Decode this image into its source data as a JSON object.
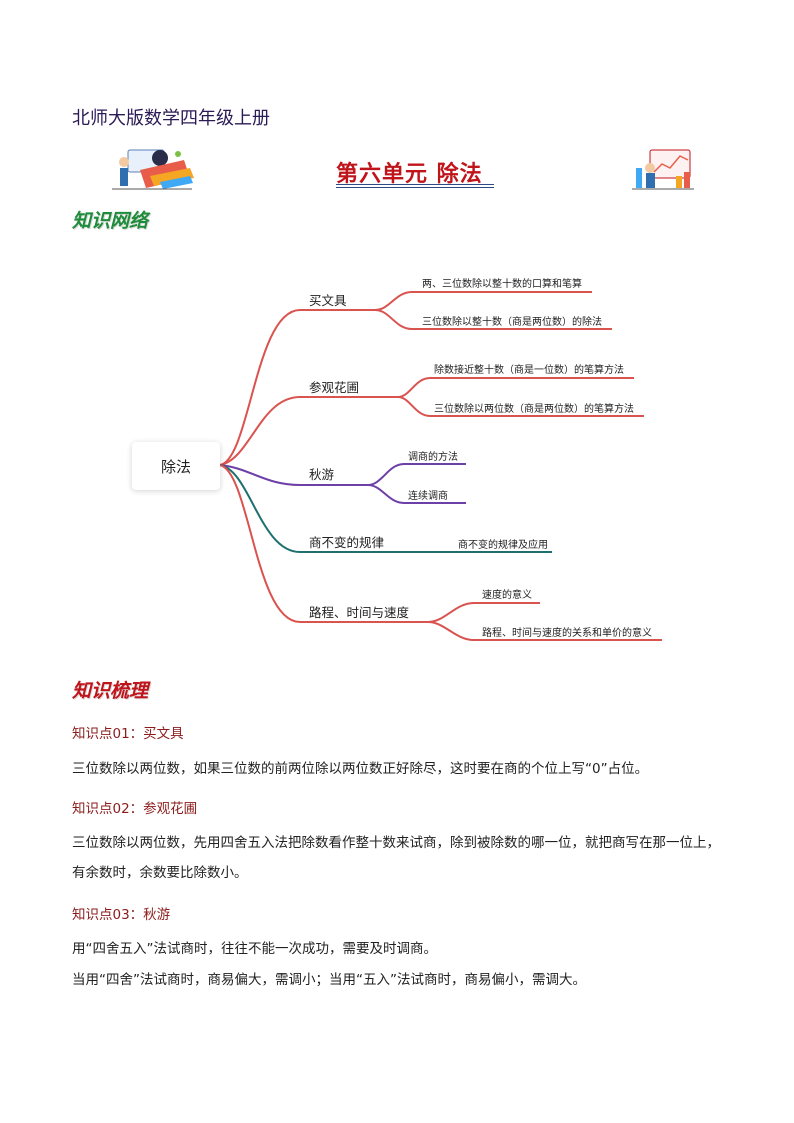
{
  "header": {
    "doc_title": "北师大版数学四年级上册",
    "unit_title": "第六单元  除法"
  },
  "sections": {
    "network_heading": "知识网络",
    "review_heading": "知识梳理"
  },
  "mindmap": {
    "root": "除法",
    "colors": {
      "red": "#d9534f",
      "purple": "#6f3fa8",
      "teal": "#1f6f6f"
    },
    "branches": [
      {
        "label": "买文具",
        "leaves": [
          "两、三位数除以整十数的口算和笔算",
          "三位数除以整十数（商是两位数）的除法"
        ]
      },
      {
        "label": "参观花圃",
        "leaves": [
          "除数接近整十数（商是一位数）的笔算方法",
          "三位数除以两位数（商是两位数）的笔算方法"
        ]
      },
      {
        "label": "秋游",
        "leaves": [
          "调商的方法",
          "连续调商"
        ]
      },
      {
        "label": "商不变的规律",
        "leaves": [
          "商不变的规律及应用"
        ]
      },
      {
        "label": "路程、时间与速度",
        "leaves": [
          "速度的意义",
          "路程、时间与速度的关系和单价的意义"
        ]
      }
    ]
  },
  "knowledge": [
    {
      "title": "知识点01：买文具",
      "paragraphs": [
        "三位数除以两位数，如果三位数的前两位除以两位数正好除尽，这时要在商的个位上写“0”占位。"
      ]
    },
    {
      "title": "知识点02：参观花圃",
      "paragraphs": [
        "三位数除以两位数，先用四舍五入法把除数看作整十数来试商，除到被除数的哪一位，就把商写在那一位上，有余数时，余数要比除数小。"
      ]
    },
    {
      "title": "知识点03：秋游",
      "paragraphs": [
        "用“四舍五入”法试商时，往往不能一次成功，需要及时调商。",
        "当用“四舍”法试商时，商易偏大，需调小；当用“五入”法试商时，商易偏小，需调大。"
      ]
    }
  ]
}
